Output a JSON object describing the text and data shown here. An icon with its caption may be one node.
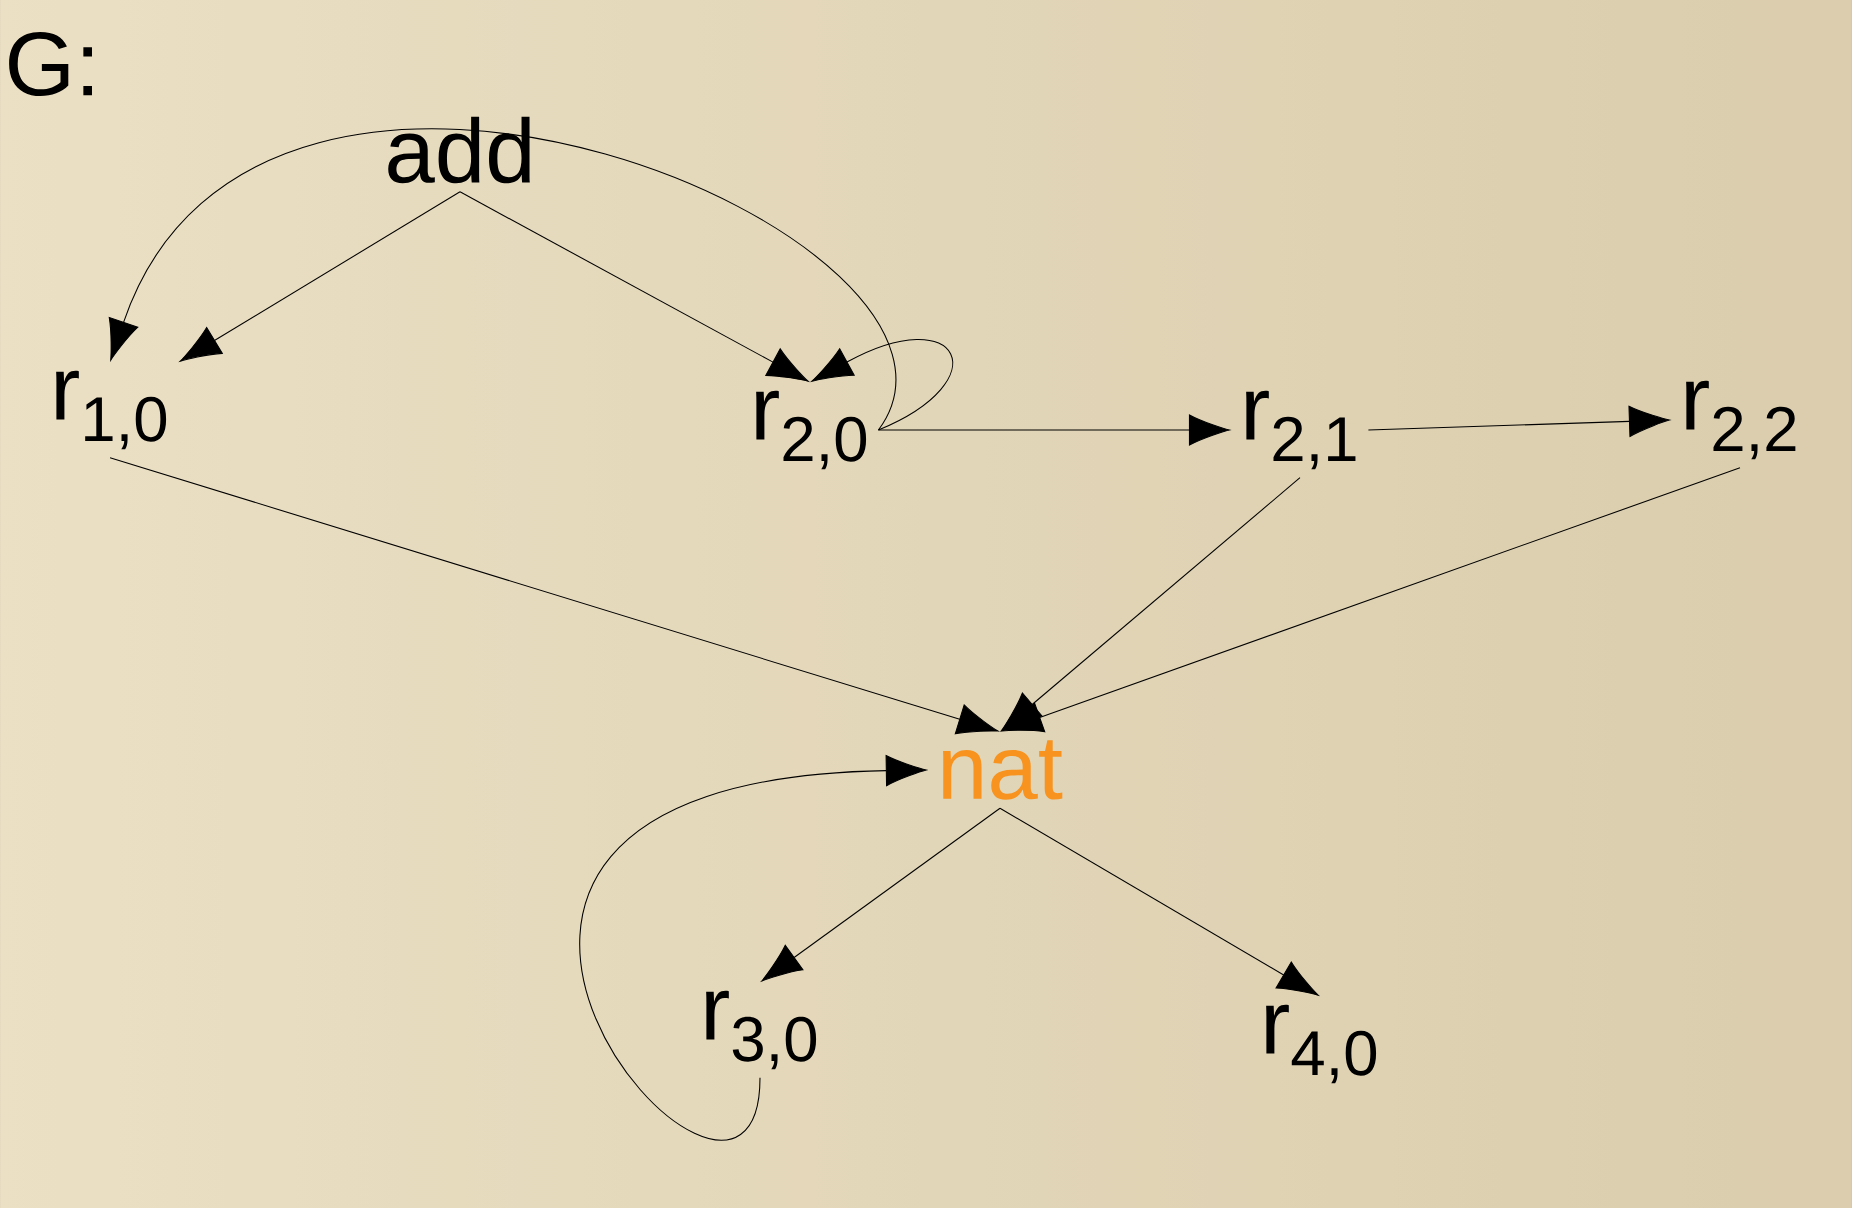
{
  "diagram": {
    "nodes": [
      {
        "text": [
          "add"
        ]
      },
      {
        "text": [
          "r$_{1,0}$"
        ]
      },
      {
        "text": [
          "r$_{2,0}$"
        ]
      },
      {
        "text": [
          "r$_{2,1}$"
        ]
      },
      {
        "text": [
          "r$_{2,2}$"
        ]
      },
      {
        "text": [
          "nat"
        ]
      },
      {
        "text": [
          "r$_{3,0}$"
        ]
      },
      {
        "text": [
          "r$_{4,0}$"
        ]
      }
    ],
    "edges": [
      {
        "from": 0,
        "to": 1,
        "arrow": "to"
      },
      {
        "from": 0,
        "to": 2,
        "arrow": "to"
      },
      {
        "from": 2,
        "to": 1,
        "arrow": "to"
      },
      {
        "from": 2,
        "to": 2,
        "arrow": "to"
      },
      {
        "from": 2,
        "to": 3,
        "arrow": "to"
      },
      {
        "from": 3,
        "to": 4,
        "arrow": "to"
      },
      {
        "from": 1,
        "to": 5,
        "arrow": "to"
      },
      {
        "from": 3,
        "to": 5,
        "arrow": "to"
      },
      {
        "from": 4,
        "to": 5,
        "arrow": "to"
      },
      {
        "from": 5,
        "to": 6,
        "arrow": "to"
      },
      {
        "from": 5,
        "to": 7,
        "arrow": "to"
      },
      {
        "from": 6,
        "to": 5,
        "arrow": "to"
      }
    ],
    "labels": [
      "G:"
    ]
  }
}
